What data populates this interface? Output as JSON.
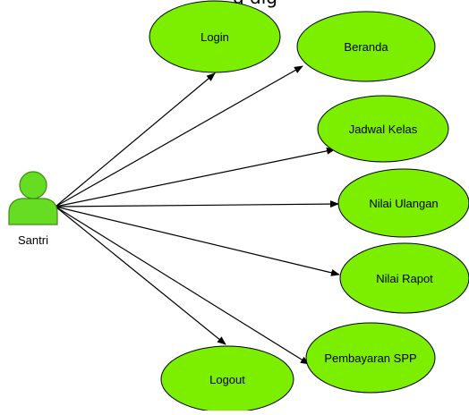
{
  "diagram": {
    "top_fragment": "g dig",
    "actor": {
      "label": "Santri"
    },
    "use_cases": [
      {
        "id": "login",
        "label": "Login"
      },
      {
        "id": "beranda",
        "label": "Beranda"
      },
      {
        "id": "jadwal-kelas",
        "label": "Jadwal Kelas"
      },
      {
        "id": "nilai-ulangan",
        "label": "Nilai Ulangan"
      },
      {
        "id": "nilai-rapot",
        "label": "Nilai Rapot"
      },
      {
        "id": "pembayaran-spp",
        "label": "Pembayaran SPP"
      },
      {
        "id": "logout",
        "label": "Logout"
      }
    ],
    "colors": {
      "usecase_fill": "#7cef00",
      "actor_fill": "#66dd22",
      "stroke": "#000000"
    }
  }
}
